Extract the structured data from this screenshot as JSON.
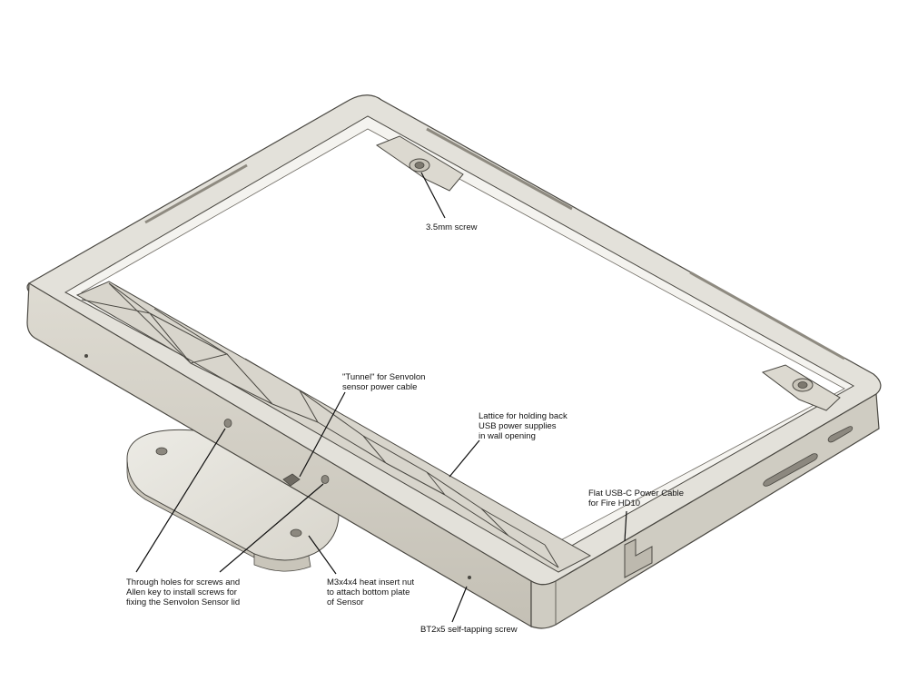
{
  "colors": {
    "body_light": "#e9e7e0",
    "body_mid": "#d6d3c9",
    "body_dark": "#b9b5aa",
    "edge": "#4a4842",
    "leader": "#111111"
  },
  "callouts": {
    "screw_35": "3.5mm screw",
    "tunnel": "\"Tunnel\" for Senvolon\nsensor power cable",
    "lattice": "Lattice for holding back\nUSB power supplies\nin wall opening",
    "usb_c": "Flat USB-C Power Cable\nfor Fire HD10",
    "through_holes": "Through holes for screws and\nAllen key to install screws for\nfixing the Senvolon Sensor lid",
    "heat_insert": "M3x4x4 heat insert nut\nto attach bottom plate\nof Sensor",
    "bt2x5": "BT2x5 self-tapping screw"
  }
}
